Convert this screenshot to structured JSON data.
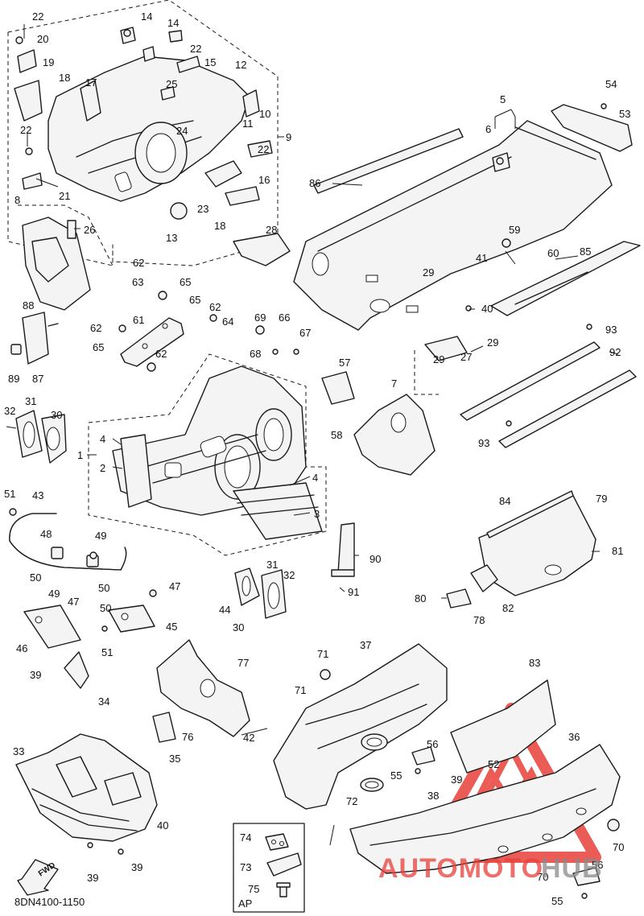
{
  "diagram": {
    "reference_code": "8DN4100-1150",
    "fwd_label": "FWD",
    "ap_label": "AP",
    "watermark": {
      "text_auto": "AUTOMOTO",
      "text_hub": "HUB",
      "color_red": "#e8403a",
      "color_gray": "#8a8a8a"
    },
    "callouts": [
      "1",
      "2",
      "3",
      "4",
      "4",
      "5",
      "6",
      "7",
      "8",
      "9",
      "10",
      "11",
      "12",
      "13",
      "14",
      "14",
      "15",
      "16",
      "17",
      "18",
      "18",
      "19",
      "20",
      "21",
      "22",
      "22",
      "22",
      "22",
      "23",
      "24",
      "25",
      "26",
      "27",
      "28",
      "29",
      "29",
      "29",
      "30",
      "30",
      "31",
      "31",
      "32",
      "32",
      "33",
      "34",
      "35",
      "36",
      "37",
      "38",
      "39",
      "39",
      "39",
      "39",
      "40",
      "40",
      "41",
      "42",
      "43",
      "44",
      "45",
      "46",
      "47",
      "47",
      "48",
      "49",
      "49",
      "50",
      "50",
      "50",
      "51",
      "51",
      "52",
      "53",
      "54",
      "55",
      "55",
      "56",
      "56",
      "57",
      "58",
      "59",
      "60",
      "61",
      "62",
      "62",
      "62",
      "62",
      "63",
      "64",
      "65",
      "65",
      "65",
      "66",
      "67",
      "68",
      "69",
      "70",
      "70",
      "71",
      "71",
      "72",
      "73",
      "74",
      "75",
      "76",
      "77",
      "78",
      "79",
      "80",
      "81",
      "82",
      "83",
      "84",
      "85",
      "86",
      "87",
      "88",
      "89",
      "90",
      "91",
      "92",
      "93",
      "93"
    ]
  }
}
